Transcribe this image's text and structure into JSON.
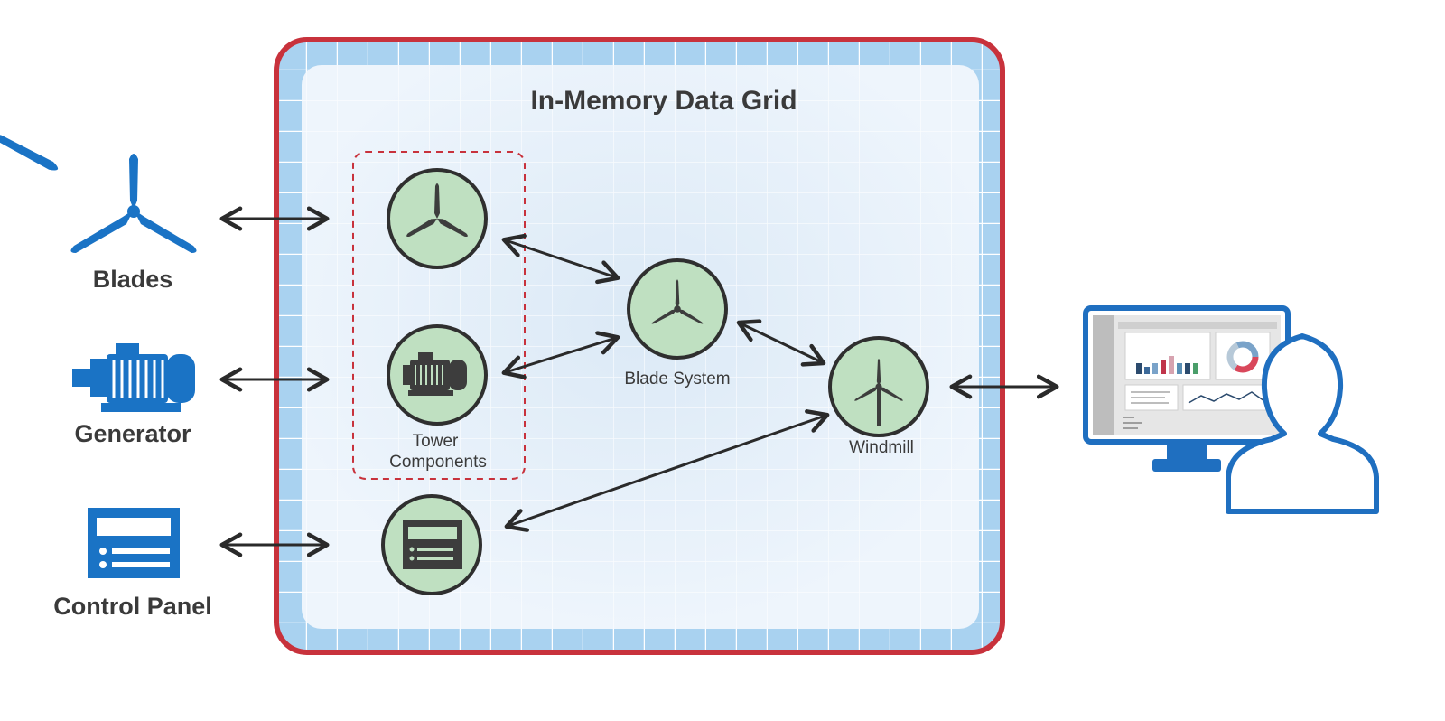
{
  "title": "In-Memory Data Grid",
  "sources": [
    {
      "id": "blades",
      "label": "Blades",
      "icon": "turbine-blades-icon"
    },
    {
      "id": "generator",
      "label": "Generator",
      "icon": "generator-motor-icon"
    },
    {
      "id": "control",
      "label": "Control Panel",
      "icon": "control-panel-icon"
    }
  ],
  "nodes": {
    "tower_group_label_line1": "Tower",
    "tower_group_label_line2": "Components",
    "blade_system": "Blade System",
    "windmill": "Windmill"
  },
  "colors": {
    "brand_blue": "#1a73c5",
    "grid_border": "#c8323c",
    "grid_fill": "#a9d2f0",
    "node_fill": "#bfe0c1",
    "node_stroke": "#2f2f2f",
    "arrow": "#2a2a2a",
    "dashed_group": "#c8323c"
  },
  "user": {
    "monitor_icon": "dashboard-monitor-icon",
    "person_icon": "user-silhouette-icon"
  }
}
